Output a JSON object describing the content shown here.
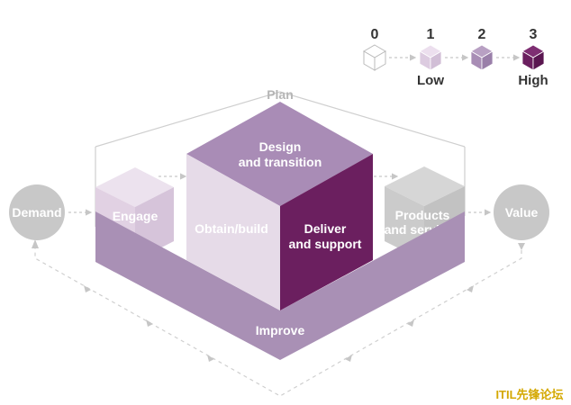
{
  "legend": {
    "levels": [
      {
        "number": "0",
        "caption": "",
        "color": "#ffffff"
      },
      {
        "number": "1",
        "caption": "Low",
        "color": "#e2d3e4"
      },
      {
        "number": "2",
        "caption": "",
        "color": "#a98cb6"
      },
      {
        "number": "3",
        "caption": "High",
        "color": "#6b1f5f"
      }
    ]
  },
  "plan": "Plan",
  "demand": "Demand",
  "value": "Value",
  "engage": "Engage",
  "design_line1": "Design",
  "design_line2": "and transition",
  "obtain": "Obtain/build",
  "deliver_line1": "Deliver",
  "deliver_line2": "and support",
  "products_line1": "Products",
  "products_line2": "and services",
  "improve": "Improve",
  "watermark": "ITIL先锋论坛",
  "colors": {
    "outline": "#c9c9c9",
    "circle": "#c8c8c8",
    "improve": "#a990b5",
    "engage": "#e1d1e3",
    "design_top": "#a98cb6",
    "obtain_face": "#e6dbe8",
    "deliver_face": "#6b1f5f",
    "products": "#cfcfcf",
    "legend_text": "#333333",
    "watermark": "#d4a800"
  }
}
